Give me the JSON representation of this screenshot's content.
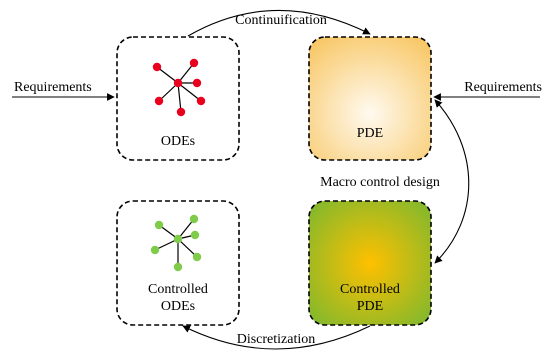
{
  "labels": {
    "continuification": "Continuification",
    "requirements_left": "Requirements",
    "requirements_right": "Requirements",
    "odes": "ODEs",
    "pde": "PDE",
    "macro_control_design": "Macro control design",
    "controlled_odes_line1": "Controlled",
    "controlled_odes_line2": "ODEs",
    "controlled_pde_line1": "Controlled",
    "controlled_pde_line2": "PDE",
    "discretization": "Discretization"
  },
  "colors": {
    "odes_nodes": "#e8001c",
    "controlled_nodes": "#7fcc4a",
    "pde_gradient_center": "#fffaf0",
    "pde_gradient_edge": "#f8c868",
    "controlled_pde_center": "#ffc000",
    "controlled_pde_edge": "#7fb82e"
  }
}
